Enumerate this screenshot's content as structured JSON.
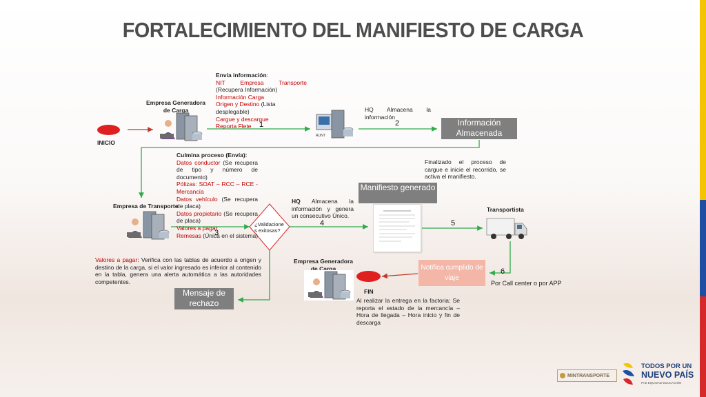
{
  "title": "FORTALECIMIENTO DEL MANIFIESTO DE CARGA",
  "colors": {
    "red_node": "#e02020",
    "gray_box": "#7f7f7f",
    "salmon_box": "#f4b6a6",
    "arrow_green": "#2eaa4a",
    "arrow_red": "#c0392b",
    "stripe_yellow": "#f5c400",
    "stripe_blue": "#1f4ea3",
    "stripe_red": "#d62828"
  },
  "nodes": {
    "inicio": "INICIO",
    "fin": "FIN",
    "empresa_generadora_top": "Empresa Generadora de Carga",
    "empresa_generadora_bottom": "Empresa Generadora de Carga",
    "empresa_transporte": "Empresa de Transporte",
    "transportista": "Transportista",
    "runt_label": "RUNT",
    "informacion_almacenada": "Información Almacenada",
    "manifiesto_generado": "Manifiesto generado",
    "mensaje_rechazo": "Mensaje de rechazo",
    "notifica_cumplido": "Notifica cumplido de viaje",
    "decision": "¿Validacione s exitosas?"
  },
  "steps": {
    "s1": "1",
    "s2": "2",
    "s3": "3",
    "s4": "4",
    "s5": "5",
    "s6": "6"
  },
  "envia": {
    "heading": "Envía información",
    "heading_colon": ":",
    "l1_red": "NIT Empresa Transporte",
    "l1_black": " (Recupera Información)",
    "l2_red": "Información Carga",
    "l3_red": "Origen y Destino",
    "l3_black": " (Lista desplegable)",
    "l4_red": "Cargue y descargue",
    "l5_red": "Reporta Flete"
  },
  "hq_top": "HQ Almacena la información",
  "finalizado": "Finalizado el proceso de cargue e inicie el recorrido, se activa el manifiesto.",
  "culmina": {
    "heading": "Culmina proceso (Envía):",
    "l1_red": "Datos conductor",
    "l1_black": " (Se recupera de tipo y número de documento)",
    "l2_red": "Pólizas: SOAT – RCC – RCE - Mercancía",
    "l3_red": "Datos vehículo",
    "l3_black": " (Se recupera de placa)",
    "l4_red": "Datos propietario",
    "l4_black": " (Se recupera de placa)",
    "l5_red": "Valores a pagar",
    "l6_red": "Remesas",
    "l6_black": " (Única en el sistema)"
  },
  "hq_mid": {
    "bold": "HQ",
    "rest": " Almacena la información y genera un consecutivo Único."
  },
  "valores_nota": {
    "red": "Valores a pagar",
    "rest": ": Verifica con las tablas de acuerdo a origen y destino de la carga, si el valor ingresado es inferior al contenido en la tabla, genera una alerta automática a las autoridades competentes."
  },
  "call_center": "Por Call center o por APP",
  "entrega": "Al realizar la entrega en la factoria: Se reporta el estado de la mercancía – Hora de llegada – Hora inicio y fin de descarga",
  "footer": {
    "mintransporte": "MINTRANSPORTE",
    "todos_line1": "TODOS POR UN",
    "todos_line2": "NUEVO PAÍS",
    "todos_line3": "PAZ   EQUIDAD   EDUCACIÓN"
  }
}
